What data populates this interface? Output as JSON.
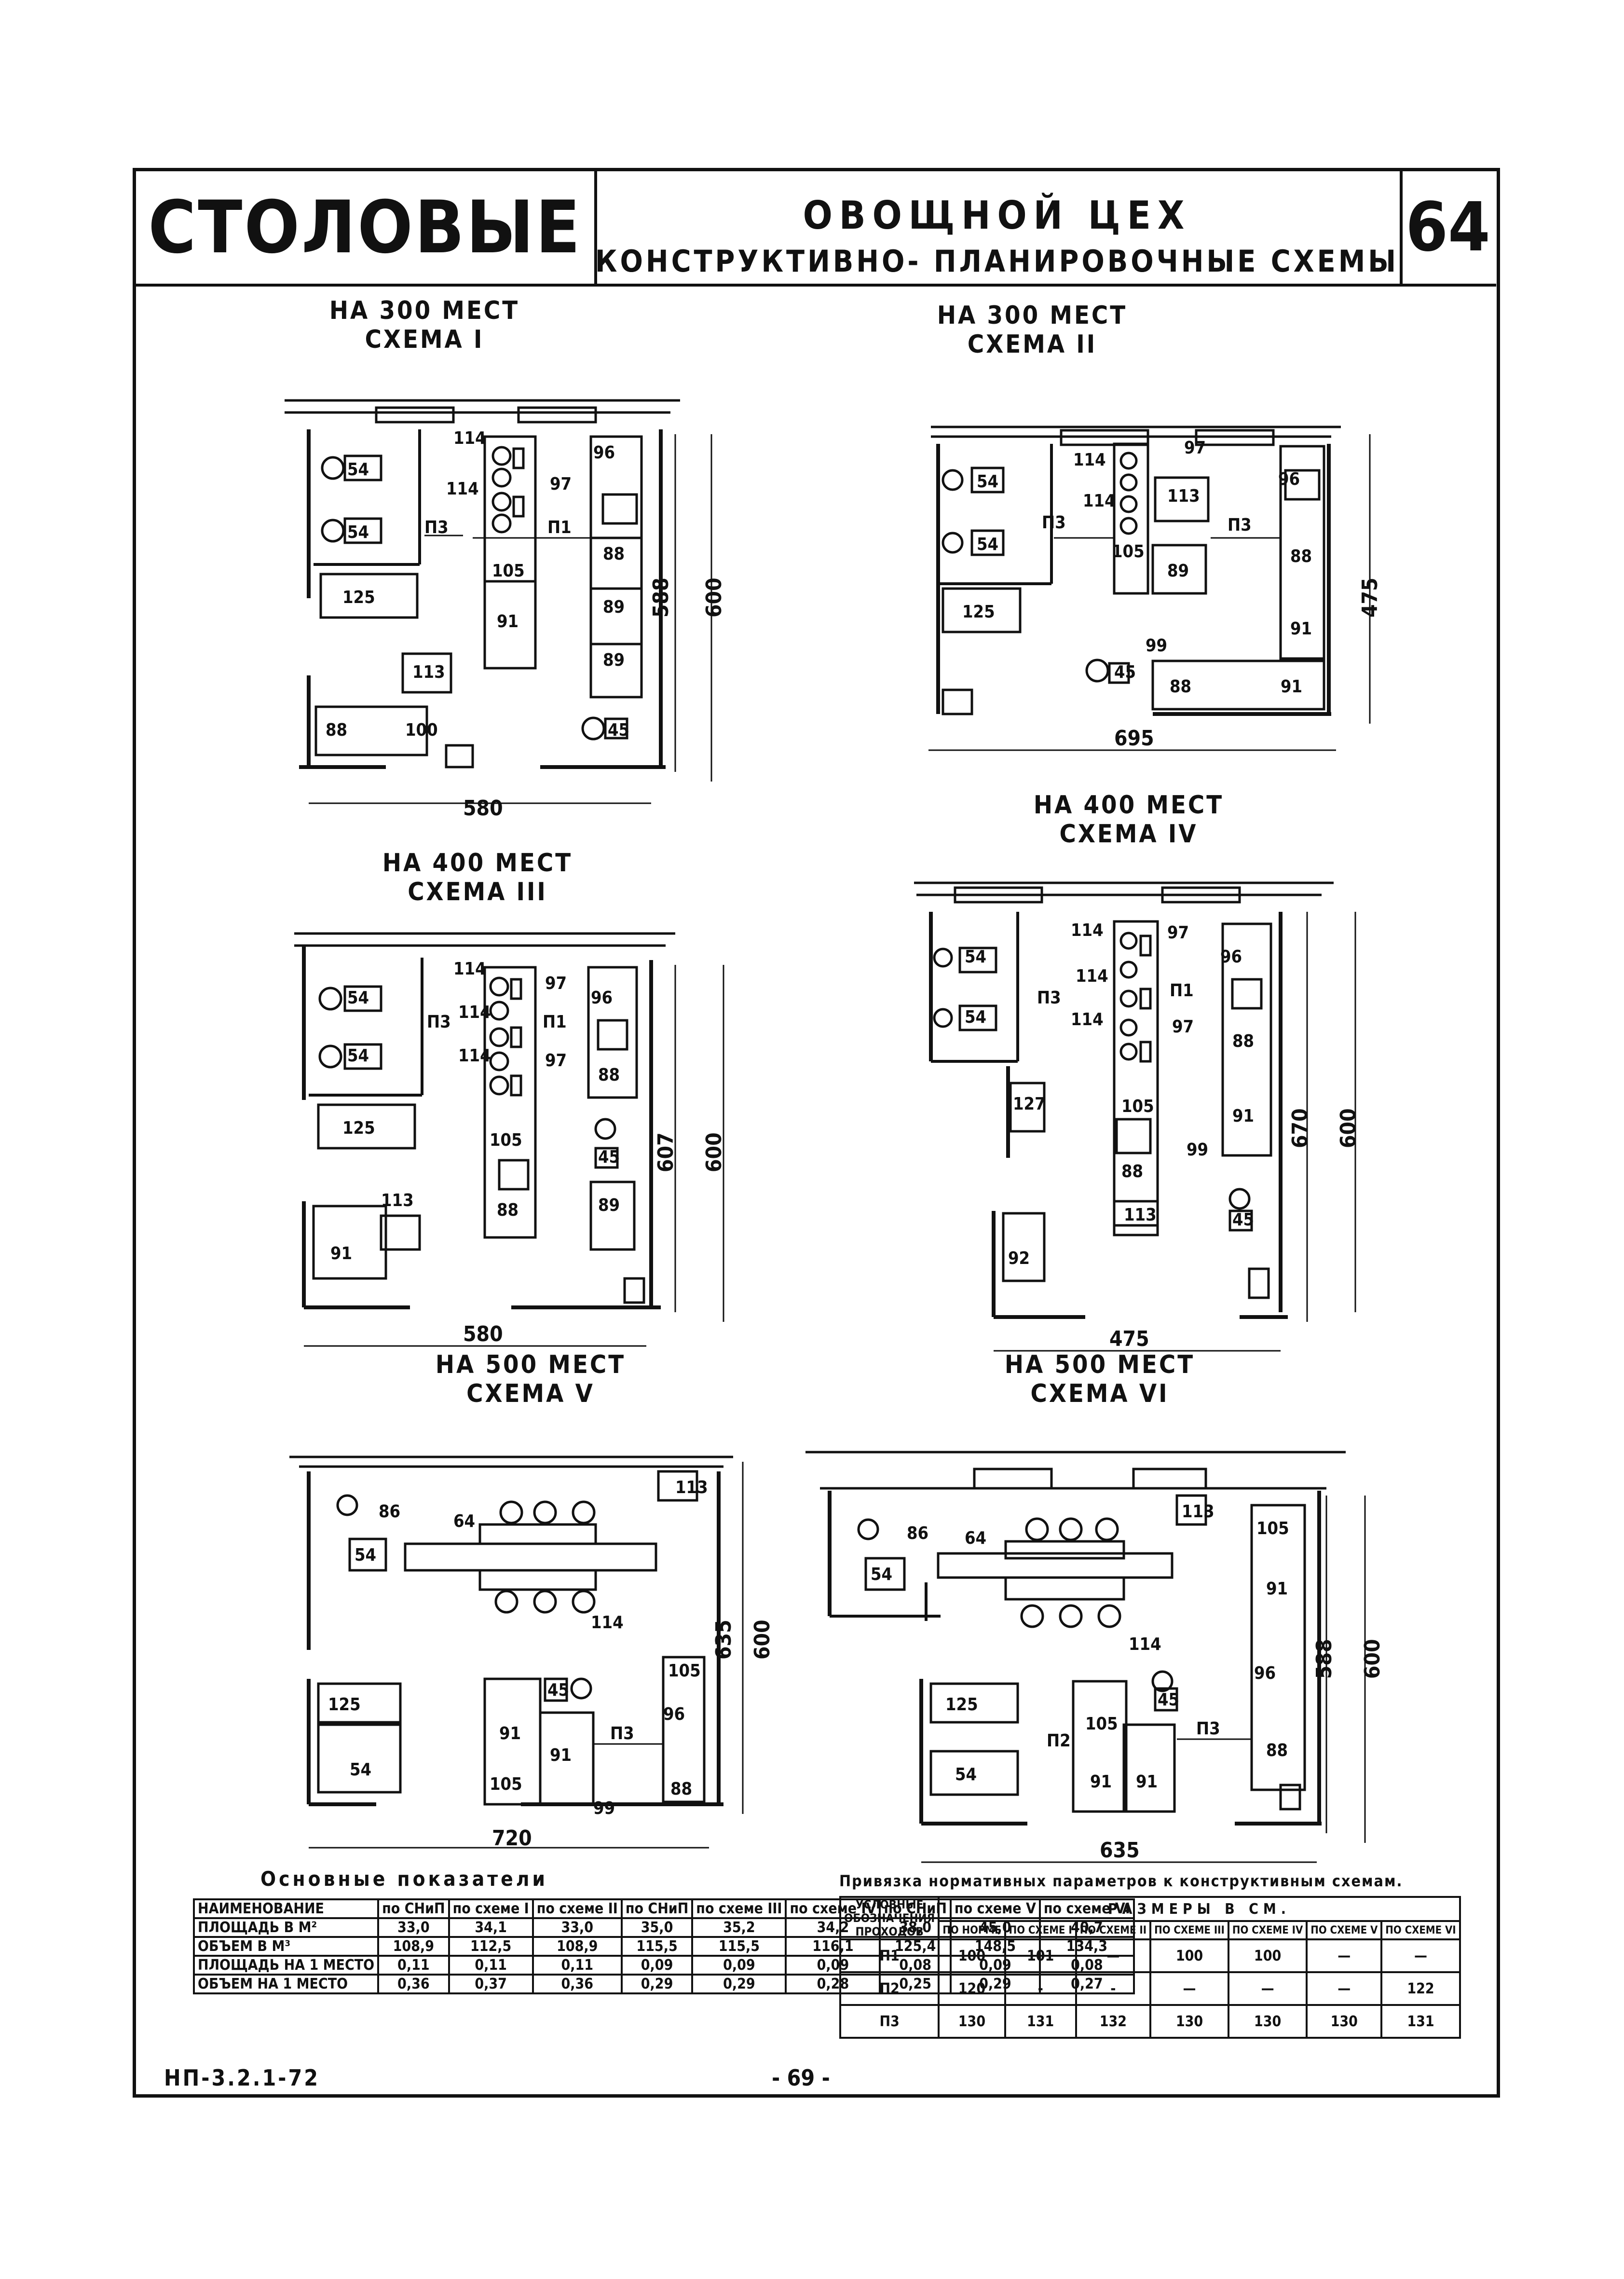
{
  "header": {
    "title": "СТОЛОВЫЕ",
    "subtitle_1": "ОВОЩНОЙ ЦЕХ",
    "subtitle_2": "КОНСТРУКТИВНО- ПЛАНИРОВОЧНЫЕ СХЕМЫ",
    "page_no": "64"
  },
  "schemes": {
    "s1": {
      "seats": "НА 300 МЕСТ",
      "name": "СХЕМА I",
      "dim_w": "580",
      "dim_h1": "588",
      "dim_h2": "600"
    },
    "s2": {
      "seats": "НА 300 МЕСТ",
      "name": "СХЕМА II",
      "dim_w": "695",
      "dim_h1": "475"
    },
    "s3": {
      "seats": "НА 400 МЕСТ",
      "name": "СХЕМА III",
      "dim_w": "580",
      "dim_h1": "607",
      "dim_h2": "600"
    },
    "s4": {
      "seats": "НА 400 МЕСТ",
      "name": "СХЕМА IV",
      "dim_w": "475",
      "dim_h1": "670",
      "dim_h2": "600"
    },
    "s5": {
      "seats": "НА 500 МЕСТ",
      "name": "СХЕМА V",
      "dim_w": "720",
      "dim_h1": "635",
      "dim_h2": "600"
    },
    "s6": {
      "seats": "НА 500 МЕСТ",
      "name": "СХЕМА VI",
      "dim_w": "635",
      "dim_h1": "588",
      "dim_h2": "600"
    }
  },
  "labels": {
    "n54": "54",
    "n125": "125",
    "n114": "114",
    "n97": "97",
    "n96": "96",
    "n105": "105",
    "n91": "91",
    "n88": "88",
    "n89": "89",
    "n113": "113",
    "n100": "100",
    "n45": "45",
    "n99": "99",
    "n127": "127",
    "n92": "92",
    "n86": "86",
    "n64": "64",
    "p1": "П1",
    "p2": "П2",
    "p3": "П3"
  },
  "table_main": {
    "title": "Основные показатели",
    "headers": [
      "НАИМЕНОВАНИЕ",
      "по СНиП",
      "по схеме I",
      "по схеме II",
      "по СНиП",
      "по схеме III",
      "по схеме IV",
      "по СНиП",
      "по схеме V",
      "по схеме VI"
    ],
    "rows": [
      [
        "ПЛОЩАДЬ В М²",
        "33,0",
        "34,1",
        "33,0",
        "35,0",
        "35,2",
        "34,2",
        "38,0",
        "45,0",
        "40,7"
      ],
      [
        "ОБЪЕМ В М³",
        "108,9",
        "112,5",
        "108,9",
        "115,5",
        "115,5",
        "116,1",
        "125,4",
        "148,5",
        "134,3"
      ],
      [
        "ПЛОЩАДЬ НА 1 МЕСТО",
        "0,11",
        "0,11",
        "0,11",
        "0,09",
        "0,09",
        "0,09",
        "0,08",
        "0,09",
        "0,08"
      ],
      [
        "ОБЪЕМ НА 1 МЕСТО",
        "0,36",
        "0,37",
        "0,36",
        "0,29",
        "0,29",
        "0,28",
        "0,25",
        "0,29",
        "0,27"
      ]
    ]
  },
  "table_params": {
    "title": "Привязка нормативных параметров к конструктивным схемам.",
    "h_col1": "УСЛОВНЫЕ ОБОЗНАЧЕНИЯ ПРОХОДОВ",
    "h_group": "РАЗМЕРЫ В СМ.",
    "headers": [
      "ПО НОРМЕ",
      "ПО СХЕМЕ I",
      "ПО СХЕМЕ II",
      "ПО СХЕМЕ III",
      "ПО СХЕМЕ IV",
      "ПО СХЕМЕ V",
      "ПО СХЕМЕ VI"
    ],
    "rows": [
      [
        "П1",
        "100",
        "101",
        "—",
        "100",
        "100",
        "—",
        "—"
      ],
      [
        "П2",
        "120",
        "-",
        "-",
        "—",
        "—",
        "—",
        "122"
      ],
      [
        "П3",
        "130",
        "131",
        "132",
        "130",
        "130",
        "130",
        "131"
      ]
    ]
  },
  "footer": {
    "left": "НП-3.2.1-72",
    "center": "- 69 -"
  }
}
